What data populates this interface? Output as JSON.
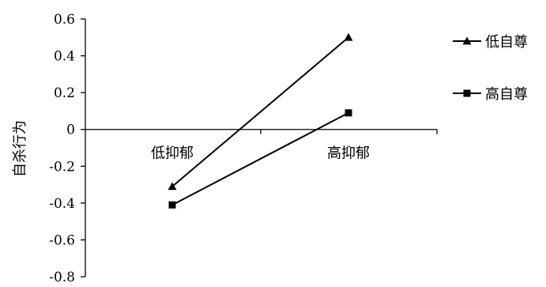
{
  "chart_data": {
    "type": "line",
    "title": "",
    "xlabel": "",
    "ylabel": "自杀行为",
    "categories": [
      "低抑郁",
      "高抑郁"
    ],
    "yticks": [
      "0.6",
      "0.4",
      "0.2",
      "0",
      "-0.2",
      "-0.4",
      "-0.6",
      "-0.8"
    ],
    "ylim": [
      -0.8,
      0.6
    ],
    "ytick_step": 0.2,
    "grid": false,
    "legend_position": "right",
    "series": [
      {
        "name": "低自尊",
        "values": [
          -0.31,
          0.5
        ],
        "marker": "triangle",
        "color": "#000000"
      },
      {
        "name": "高自尊",
        "values": [
          -0.41,
          0.09
        ],
        "marker": "square",
        "color": "#000000"
      }
    ]
  }
}
